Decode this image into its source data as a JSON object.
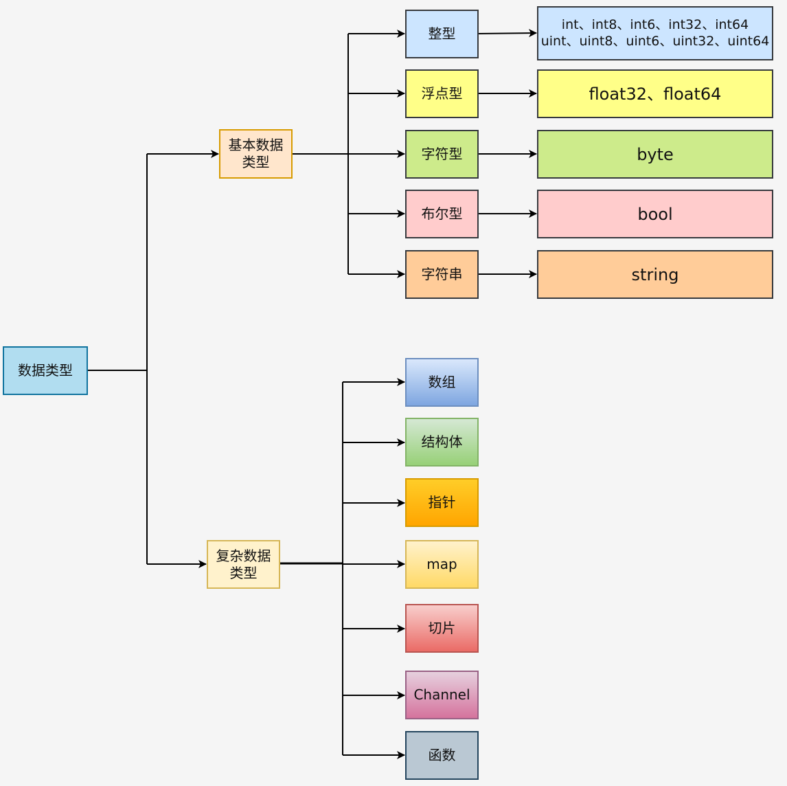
{
  "root": {
    "label": "数据类型"
  },
  "basic": {
    "label_line1": "基本数据",
    "label_line2": "类型",
    "types": [
      {
        "label": "整型",
        "values_line1": "int、int8、int6、int32、int64",
        "values_line2": "uint、uint8、uint6、uint32、uint64"
      },
      {
        "label": "浮点型",
        "values": "float32、float64"
      },
      {
        "label": "字符型",
        "values": "byte"
      },
      {
        "label": "布尔型",
        "values": "bool"
      },
      {
        "label": "字符串",
        "values": "string"
      }
    ]
  },
  "complex": {
    "label_line1": "复杂数据",
    "label_line2": "类型",
    "types": [
      {
        "label": "数组"
      },
      {
        "label": "结构体"
      },
      {
        "label": "指针"
      },
      {
        "label": "map"
      },
      {
        "label": "切片"
      },
      {
        "label": "Channel"
      },
      {
        "label": "函数"
      }
    ]
  },
  "colors": {
    "root_fill": "#b1ddf0",
    "root_stroke": "#10739e",
    "basic_fill": "#ffe6cc",
    "basic_stroke": "#d79b00",
    "complex_fill": "#fff2cc",
    "complex_stroke": "#d6b656",
    "int": "#cce5ff",
    "float": "#ffff88",
    "char": "#cdeb8b",
    "bool": "#ffcccc",
    "string": "#ffcc99"
  }
}
